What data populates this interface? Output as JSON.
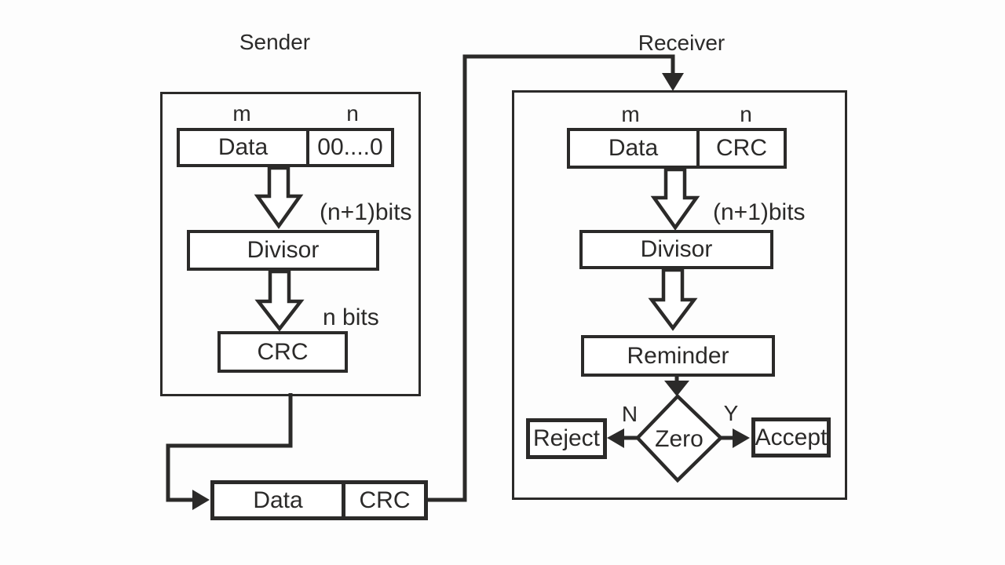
{
  "sender": {
    "title": "Sender",
    "m": "m",
    "n": "n",
    "data": "Data",
    "padding": "00....0",
    "step1_label": "(n+1)bits",
    "divisor": "Divisor",
    "step2_label": "n bits",
    "crc": "CRC"
  },
  "transmitted": {
    "data": "Data",
    "crc": "CRC"
  },
  "receiver": {
    "title": "Receiver",
    "m": "m",
    "n": "n",
    "data": "Data",
    "crc": "CRC",
    "step1_label": "(n+1)bits",
    "divisor": "Divisor",
    "reminder": "Reminder",
    "decision": "Zero",
    "no": "N",
    "yes": "Y",
    "reject": "Reject",
    "accept": "Accept"
  },
  "colors": {
    "line": "#2b2a29",
    "background": "#fdfdfd"
  }
}
